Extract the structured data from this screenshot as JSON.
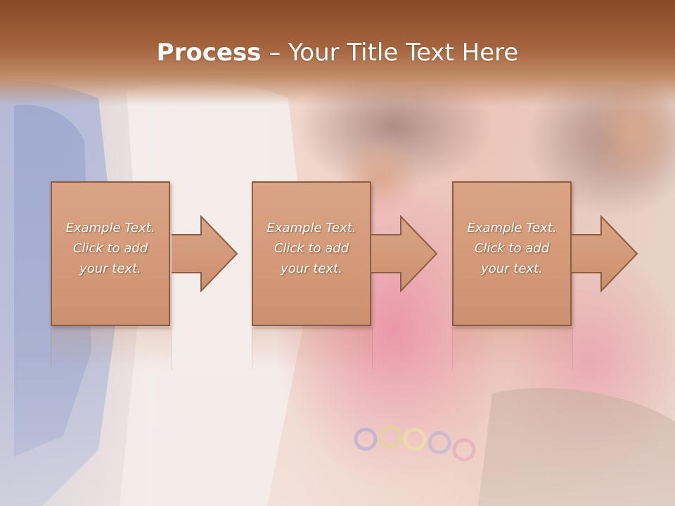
{
  "slide": {
    "title_bold": "Process",
    "title_separator": " – ",
    "title_rest": "Your Title Text Here"
  },
  "steps": [
    {
      "text": "Example Text.\nClick  to add\nyour text."
    },
    {
      "text": "Example Text.\nClick  to add\nyour text."
    },
    {
      "text": "Example Text.\nClick  to add\nyour text."
    }
  ],
  "colors": {
    "title_band": "#a4643e",
    "box_fill": "#d39a79",
    "box_border": "#8d5d43",
    "text": "#ffffff"
  },
  "icons": [
    "right-arrow-icon",
    "right-arrow-icon",
    "right-arrow-icon"
  ]
}
